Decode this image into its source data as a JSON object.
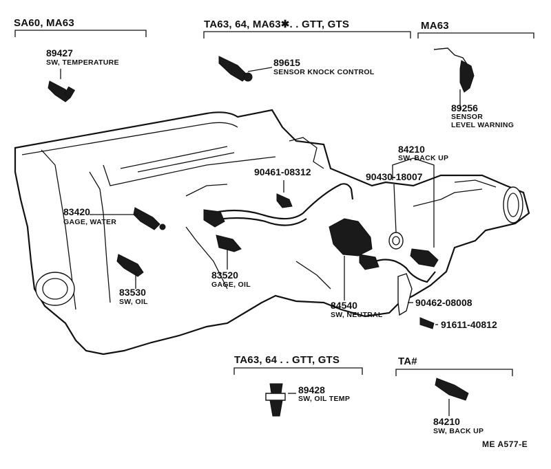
{
  "groups": {
    "g1": "SA60, MA63",
    "g2": "TA63, 64, MA63✱. . GTT, GTS",
    "g3": "MA63",
    "g4": "TA63, 64 . . GTT, GTS",
    "g5": "TA#"
  },
  "parts": {
    "p89427": {
      "num": "89427",
      "desc": "SW, TEMPERATURE"
    },
    "p89615": {
      "num": "89615",
      "desc": "SENSOR KNOCK CONTROL"
    },
    "p89256": {
      "num": "89256",
      "desc1": "SENSOR",
      "desc2": "LEVEL WARNING"
    },
    "p84210a": {
      "num": "84210",
      "desc": "SW, BACK UP"
    },
    "p90461": {
      "num": "90461-08312"
    },
    "p90430": {
      "num": "90430-18007"
    },
    "p83420": {
      "num": "83420",
      "desc": "GAGE, WATER"
    },
    "p83530": {
      "num": "83530",
      "desc": "SW, OIL"
    },
    "p83520": {
      "num": "83520",
      "desc": "GAGE, OIL"
    },
    "p84540": {
      "num": "84540",
      "desc": "SW, NEUTRAL"
    },
    "p90462": {
      "num": "90462-08008"
    },
    "p91611": {
      "num": "91611-40812"
    },
    "p89428": {
      "num": "89428",
      "desc": "SW, OIL TEMP"
    },
    "p84210b": {
      "num": "84210",
      "desc": "SW, BACK UP"
    }
  },
  "reference": "ME  A577-E"
}
